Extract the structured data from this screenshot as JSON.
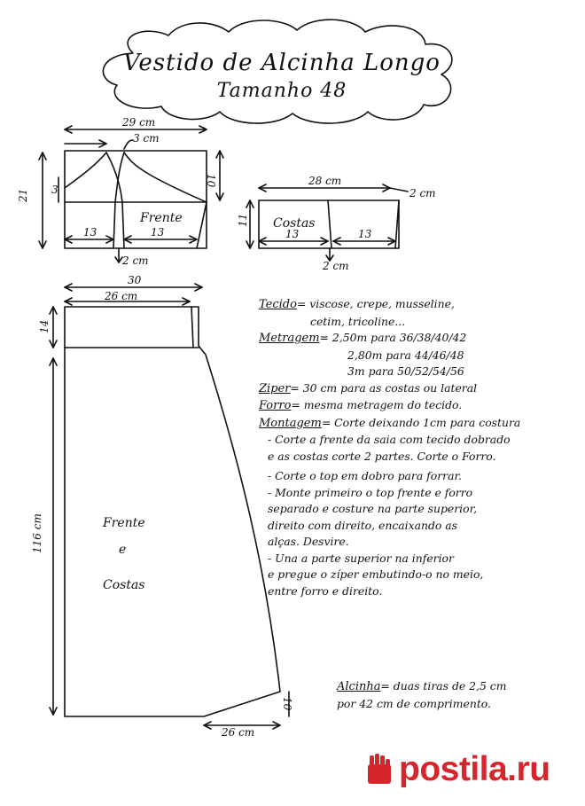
{
  "title": {
    "line1": "Vestido de Alcinha Longo",
    "line2": "Tamanho 48"
  },
  "top_front": {
    "width": "29 cm",
    "top_offset": "3 cm",
    "height": "21",
    "side_drop": "10",
    "left_mark": "3",
    "label": "Frente",
    "half_left": "13",
    "half_right": "13",
    "bottom_ease": "2 cm"
  },
  "top_back": {
    "width": "28 cm",
    "right_ease": "2 cm",
    "height": "11",
    "label": "Costas",
    "half_left": "13",
    "half_right": "13",
    "bottom_ease": "2 cm"
  },
  "skirt": {
    "outer_width": "30",
    "inner_width": "26 cm",
    "yoke": "14",
    "length": "116 cm",
    "label_1": "Frente",
    "label_2": "e",
    "label_3": "Costas",
    "hem_rise": "10",
    "hem_width": "26 cm"
  },
  "notes": {
    "tecido_label": "Tecido",
    "tecido_text": "= viscose, crepe, musseline,",
    "tecido_text2": "cetim, tricoline...",
    "metragem_label": "Metragem",
    "metragem_1": "= 2,50m  para  36/38/40/42",
    "metragem_2": "2,80m  para  44/46/48",
    "metragem_3": "3m  para  50/52/54/56",
    "ziper_label": "Ziper",
    "ziper_text": "= 30 cm para as costas ou lateral",
    "forro_label": "Forro",
    "forro_text": "= mesma metragem do tecido.",
    "montagem_label": "Montagem",
    "montagem_text": "= Corte deixando 1cm para costura",
    "step_1a": "- Corte a frente da saia com tecido dobrado",
    "step_1b": "e as costas corte 2 partes. Corte o Forro.",
    "step_2": "- Corte o top em dobro para forrar.",
    "step_3a": "- Monte primeiro o top frente e forro",
    "step_3b": "separado e costure na parte superior,",
    "step_3c": "direito com direito, encaixando as",
    "step_3d": "alças. Desvire.",
    "step_4a": "- Una a parte superior na inferior",
    "step_4b": "e pregue o zíper embutindo-o no meio,",
    "step_4c": "entre forro e direito."
  },
  "alcinha": {
    "label": "Alcinha",
    "text1": "= duas tiras de 2,5 cm",
    "text2": "por 42 cm de comprimento."
  },
  "logo": {
    "text": "postila.ru",
    "color": "#d7262b"
  }
}
